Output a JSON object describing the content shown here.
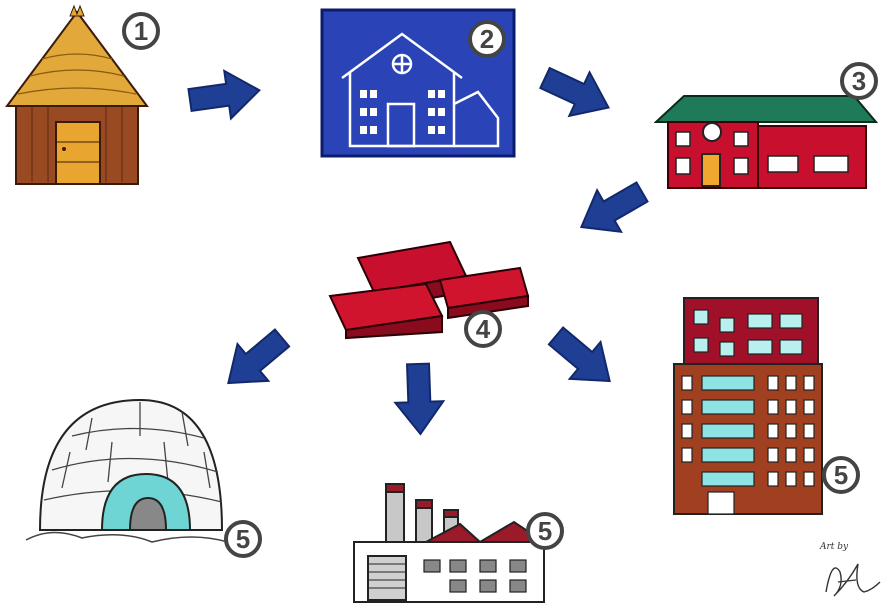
{
  "steps": [
    {
      "label": "1",
      "icon": "straw-hut-icon"
    },
    {
      "label": "2",
      "icon": "house-blueprint-icon"
    },
    {
      "label": "3",
      "icon": "red-brick-house-icon"
    },
    {
      "label": "4",
      "icon": "bricks-icon"
    },
    {
      "label": "5",
      "icon": "igloo-icon"
    },
    {
      "label": "5",
      "icon": "factory-icon"
    },
    {
      "label": "5",
      "icon": "apartment-building-icon"
    }
  ],
  "credit": {
    "text": "Art by"
  },
  "colors": {
    "arrow": "#1f3f95",
    "blueprint": "#2a44b8",
    "brick": "#c8102e",
    "roof_green": "#1f7a5a",
    "straw": "#e0a838",
    "badge": "#444444"
  }
}
